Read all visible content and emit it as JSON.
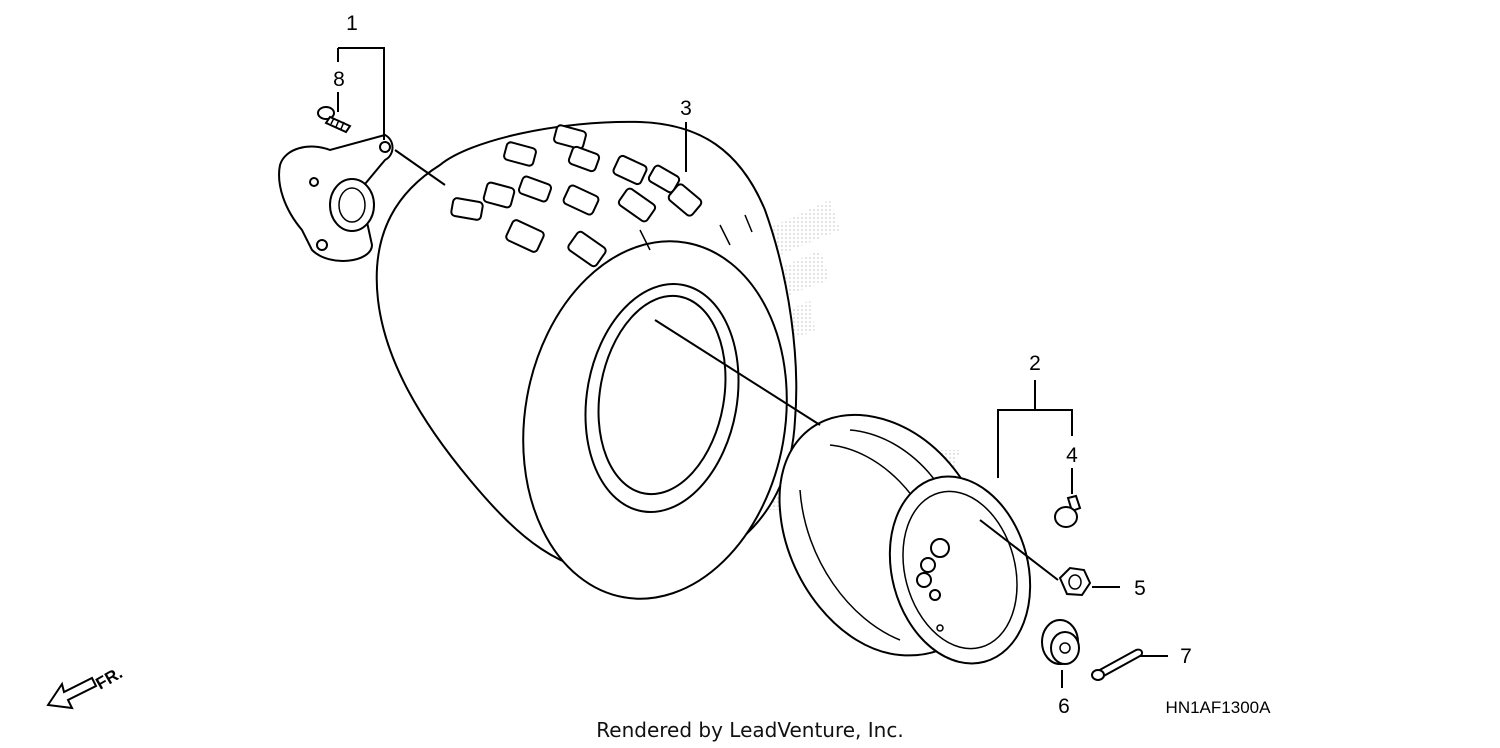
{
  "callouts": {
    "c1": "1",
    "c2": "2",
    "c3": "3",
    "c4": "4",
    "c5": "5",
    "c6": "6",
    "c7": "7",
    "c8": "8"
  },
  "diagram_code": "HN1AF1300A",
  "direction_label": "FR.",
  "footer_text": "Rendered by LeadVenture, Inc.",
  "parts": [
    {
      "id": "hub",
      "icon": "wheel-hub-icon"
    },
    {
      "id": "wheel",
      "icon": "wheel-rim-icon"
    },
    {
      "id": "tire",
      "icon": "tire-icon"
    },
    {
      "id": "valve",
      "icon": "valve-stem-icon"
    },
    {
      "id": "nut",
      "icon": "wheel-nut-icon"
    },
    {
      "id": "castle_nut",
      "icon": "castle-nut-icon"
    },
    {
      "id": "cotter_pin",
      "icon": "cotter-pin-icon"
    },
    {
      "id": "bolt",
      "icon": "stud-bolt-icon"
    }
  ],
  "colors": {
    "line": "#000000",
    "background": "#ffffff",
    "stipple": "#555555",
    "watermark": "#bdbdbd"
  }
}
